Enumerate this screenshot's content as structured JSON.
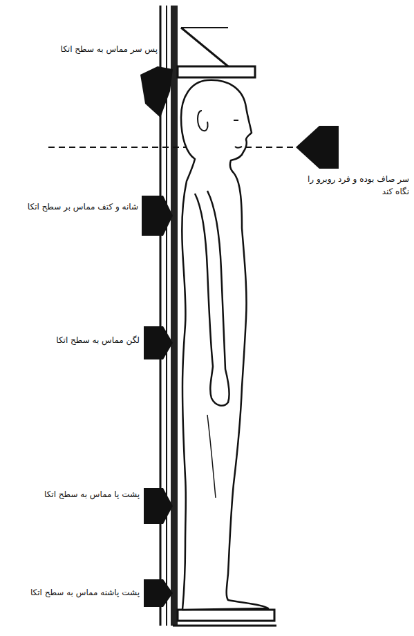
{
  "diagram": {
    "labels": [
      "پس سر مماس به سطح اتکا",
      "سر صاف بوده و فرد روبرو را نگاه کند",
      "شانه و کتف مماس بر سطح اتکا",
      "لگن مماس به سطح اتکا",
      "پشت پا مماس به سطح اتکا",
      "پشت پاشنه مماس به سطح اتکا"
    ]
  }
}
